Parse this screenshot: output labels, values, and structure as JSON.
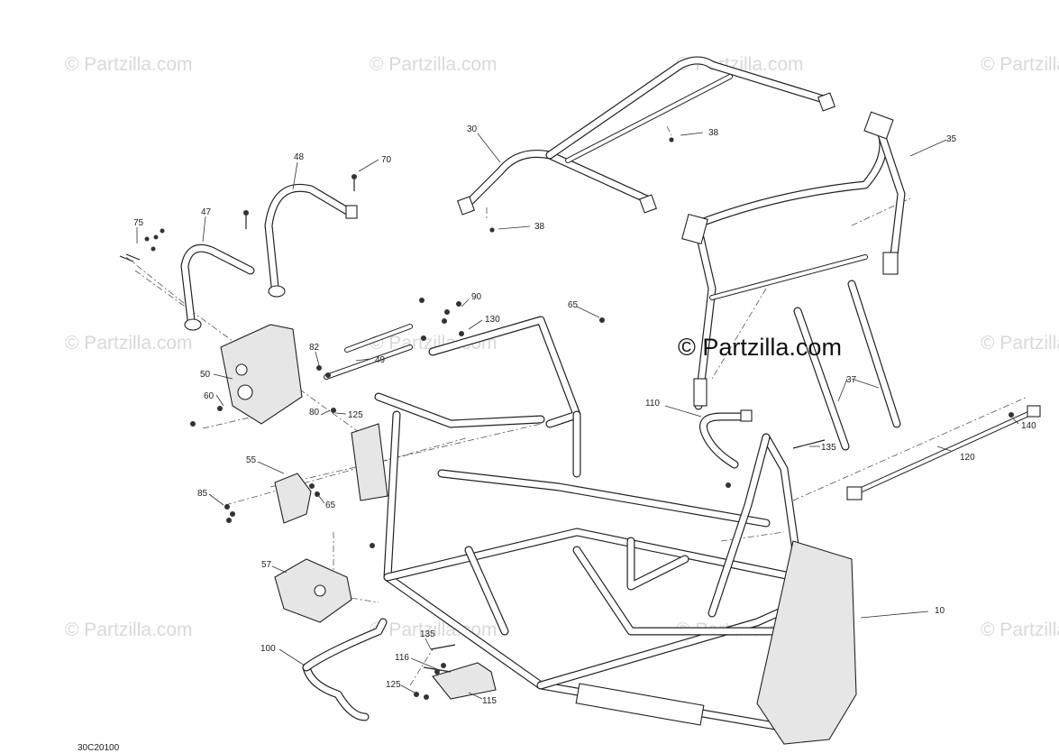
{
  "watermarks": {
    "text": "© Partzilla.com",
    "center_text": "© Partzilla.com",
    "color": "#d9d9d9"
  },
  "diagram_ref": "30C20100",
  "callouts": [
    {
      "label": "10"
    },
    {
      "label": "30"
    },
    {
      "label": "35"
    },
    {
      "label": "37"
    },
    {
      "label": "38"
    },
    {
      "label": "38"
    },
    {
      "label": "47"
    },
    {
      "label": "48"
    },
    {
      "label": "49"
    },
    {
      "label": "50"
    },
    {
      "label": "55"
    },
    {
      "label": "57"
    },
    {
      "label": "60"
    },
    {
      "label": "65"
    },
    {
      "label": "65"
    },
    {
      "label": "70"
    },
    {
      "label": "75"
    },
    {
      "label": "80"
    },
    {
      "label": "82"
    },
    {
      "label": "85"
    },
    {
      "label": "90"
    },
    {
      "label": "100"
    },
    {
      "label": "110"
    },
    {
      "label": "115"
    },
    {
      "label": "116"
    },
    {
      "label": "120"
    },
    {
      "label": "125"
    },
    {
      "label": "125"
    },
    {
      "label": "130"
    },
    {
      "label": "135"
    },
    {
      "label": "135"
    },
    {
      "label": "140"
    }
  ]
}
